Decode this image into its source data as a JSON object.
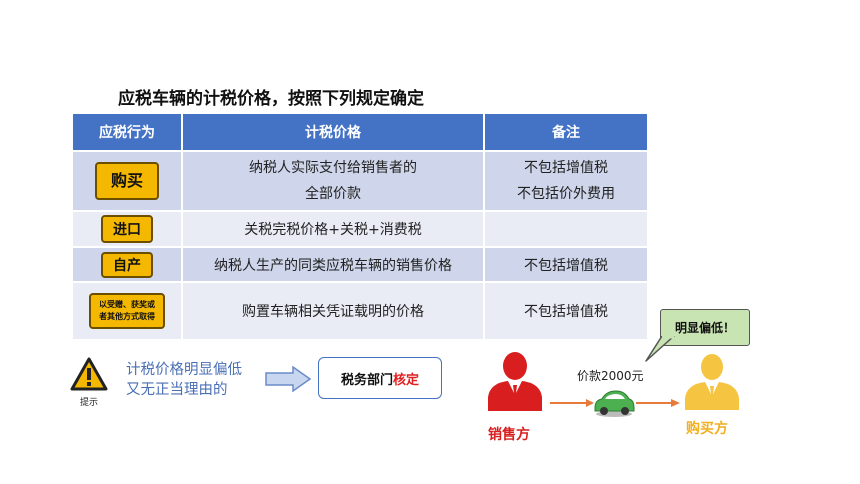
{
  "title": "应税车辆的计税价格，按照下列规定确定",
  "table": {
    "headers": [
      "应税行为",
      "计税价格",
      "备注"
    ],
    "rows": [
      {
        "badge": "购买",
        "price_lines": [
          "纳税人实际支付给销售者的",
          "全部价款"
        ],
        "note_lines": [
          "不包括增值税",
          "不包括价外费用"
        ]
      },
      {
        "badge": "进口",
        "price_lines": [
          "关税完税价格+关税+消费税"
        ],
        "note_lines": []
      },
      {
        "badge": "自产",
        "price_lines": [
          "纳税人生产的同类应税车辆的销售价格"
        ],
        "note_lines": [
          "不包括增值税"
        ]
      },
      {
        "badge_lines": [
          "以受赠、获奖或",
          "者其他方式取得"
        ],
        "price_lines": [
          "购置车辆相关凭证载明的价格"
        ],
        "note_lines": [
          "不包括增值税"
        ]
      }
    ]
  },
  "warning": {
    "label": "提示",
    "icon": "warning-triangle-icon"
  },
  "note_lines": [
    "计税价格明显偏低",
    "又无正当理由的"
  ],
  "tax_box": {
    "prefix": "税务部门",
    "highlight": "核定"
  },
  "illustration": {
    "seller_label": "销售方",
    "buyer_label": "购买方",
    "price_label": "价款2000元",
    "bubble_text": "明显偏低！"
  },
  "colors": {
    "header": "#4472c4",
    "row_dark": "#cfd5ea",
    "row_light": "#e9ebf5",
    "badge": "#f4b800",
    "seller": "#d81e1e",
    "buyer": "#f0b020",
    "note": "#4a6fb5",
    "highlight": "#e02020",
    "bubble": "#c9e4b3",
    "car": "#4caf50",
    "arrow": "#e87a3a"
  }
}
